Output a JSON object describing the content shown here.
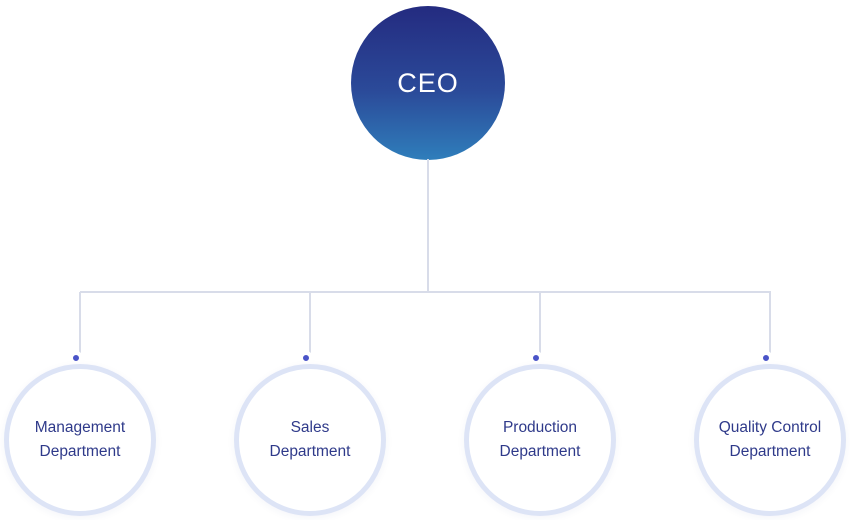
{
  "chart_type": "org-chart",
  "root": {
    "label": "CEO"
  },
  "departments": [
    {
      "label": "Management\nDepartment"
    },
    {
      "label": "Sales\nDepartment"
    },
    {
      "label": "Production\nDepartment"
    },
    {
      "label": "Quality Control\nDepartment"
    }
  ],
  "colors": {
    "root-grad-top": "#242b80",
    "root-grad-bottom": "#2f7ebb",
    "root-text": "#ffffff",
    "connector": "#d8dce9",
    "node-border": "#dde4f6",
    "node-fill": "#ffffff",
    "node-text": "#2f3a8a",
    "dot": "#4a54c8",
    "dot-ring": "#ffffff",
    "page-bg": "#ffffff"
  }
}
